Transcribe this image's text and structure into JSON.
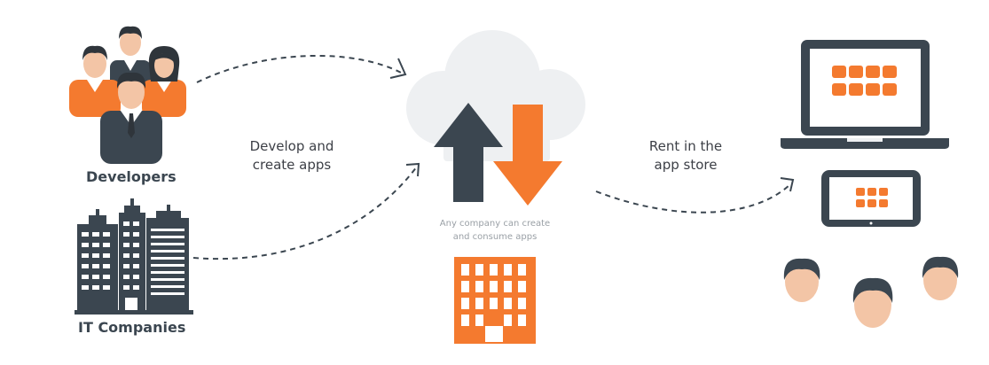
{
  "labels": {
    "developers": "Developers",
    "it_companies": "IT Companies",
    "develop_line1": "Develop and",
    "develop_line2": "create apps",
    "rent_line1": "Rent in the",
    "rent_line2": "app store",
    "center_line1": "Any company can create",
    "center_line2": "and consume apps"
  },
  "colors": {
    "dark": "#3b4650",
    "orange": "#f47a2f",
    "cloud": "#eef0f2",
    "skin": "#f3c5a6",
    "dash": "#3b4650"
  }
}
